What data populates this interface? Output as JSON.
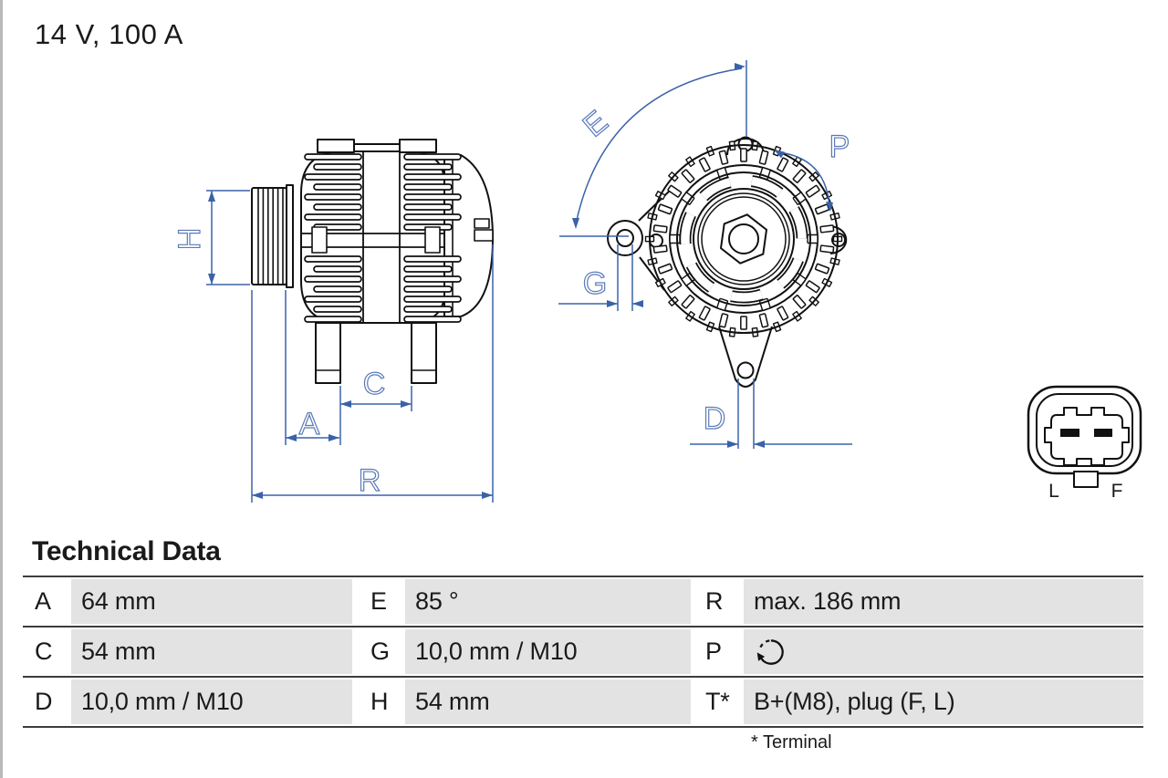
{
  "title": "14 V, 100 A",
  "drawing": {
    "dimension_labels": {
      "H": "H",
      "A": "A",
      "C": "C",
      "R": "R",
      "E": "E",
      "G": "G",
      "D": "D",
      "P": "P"
    },
    "connector_labels": {
      "left": "L",
      "right": "F"
    }
  },
  "table": {
    "heading": "Technical Data",
    "rows": [
      [
        {
          "key": "A",
          "value": "64 mm"
        },
        {
          "key": "E",
          "value": "85 °"
        },
        {
          "key": "R",
          "value": "max. 186 mm"
        }
      ],
      [
        {
          "key": "C",
          "value": "54 mm"
        },
        {
          "key": "G",
          "value": "10,0 mm / M10"
        },
        {
          "key": "P",
          "value": "",
          "icon": "rotation-direction-icon"
        }
      ],
      [
        {
          "key": "D",
          "value": "10,0 mm / M10"
        },
        {
          "key": "H",
          "value": "54 mm"
        },
        {
          "key": "T*",
          "value": "B+(M8), plug (F, L)"
        }
      ]
    ],
    "footnote": "* Terminal"
  },
  "colors": {
    "dimension_blue": "#3a62a8",
    "label_blue": "#5b7ab8",
    "line_black": "#111111",
    "cell_gray": "#e3e3e3",
    "border_dark": "#3d3d3d"
  }
}
